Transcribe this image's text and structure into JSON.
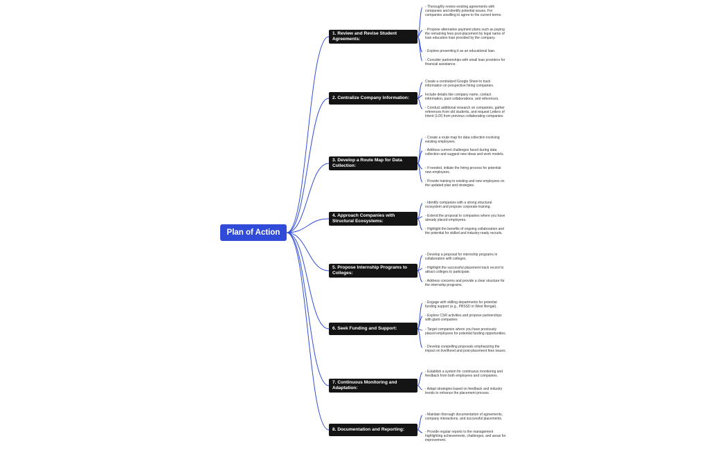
{
  "root": {
    "label": "Plan of Action"
  },
  "colors": {
    "root": "#2f4bd8",
    "branch": "#141414",
    "connector": "#2f4bd8"
  },
  "branches": [
    {
      "label": "1. Review and Revise Student Agreements:",
      "items": [
        "- Thoroughly review existing agreements with companies and identify potential issues. For companies unwilling to agree to the current terms.",
        "- Propose alternative payment plans such as paying the remaining fees post-placement by legal name of loan education loan provided by the company.",
        "- Explore presenting it as an educational loan.",
        "- Consider partnerships with small loan providers for financial assistance."
      ]
    },
    {
      "label": "2. Centralize Company Information:",
      "items": [
        "Create a centralized Google Sheet to track information on prospective hiring companies.",
        "Include details like company name, contact information, past collaborations, and references.",
        "- Conduct additional research on companies, gather references from old students, and request Letters of Intent (LOI) from previous collaborating companies."
      ]
    },
    {
      "label": "3. Develop a Route Map for Data Collection:",
      "items": [
        "- Create a route map for data collection involving existing employees.",
        "- Address current challenges faced during data collection and suggest new ideas and work models.",
        "- If needed, initiate the hiring process for potential new employees.",
        "- Provide training to existing and new employees on the updated plan and strategies."
      ]
    },
    {
      "label": "4. Approach Companies with Structural Ecosystems:",
      "items": [
        "- Identify companies with a strong structural ecosystem and propose corporate training.",
        "- Extend the proposal to companies where you have already placed employees.",
        "- Highlight the benefits of ongoing collaboration and the potential for skilled and industry-ready recruits."
      ]
    },
    {
      "label": "5. Propose Internship Programs to Colleges:",
      "items": [
        "- Develop a proposal for internship programs in collaboration with colleges.",
        "- Highlight the successful placement track record to attract colleges to participate.",
        "- Address concerns and provide a clear structure for the internship programs."
      ]
    },
    {
      "label": "6. Seek Funding and Support:",
      "items": [
        "- Engage with skilling departments for potential funding support (e.g., PBSSD in West Bengal).",
        "- Explore CSR activities and propose partnerships with giant companies",
        "- Target companies where you have previously placed employees for potential funding opportunities.",
        "- Develop compelling proposals emphasizing the impact on livelihood and post-placement fees issues."
      ]
    },
    {
      "label": "7. Continuous Monitoring and Adaptation:",
      "items": [
        "- Establish a system for continuous monitoring and feedback from both employees and companies.",
        "- Adapt strategies based on feedback and industry trends to enhance the placement process."
      ]
    },
    {
      "label": "8. Documentation and Reporting:",
      "items": [
        "- Maintain thorough documentation of agreements, company interactions, and successful placements.",
        "- Provide regular reports to the management highlighting achievements, challenges, and areas for improvement."
      ]
    }
  ]
}
